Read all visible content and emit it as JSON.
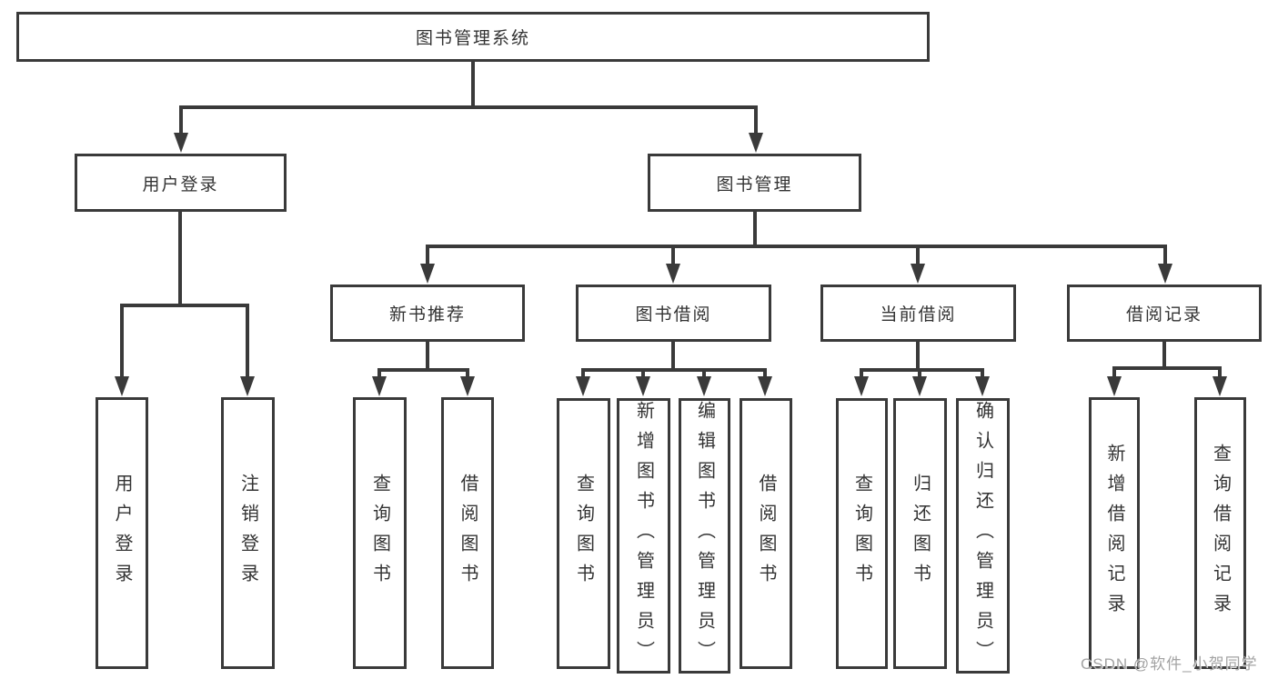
{
  "colors": {
    "background": "#ffffff",
    "line": "#3a3a3a",
    "box_border": "#3a3a3a",
    "box_fill": "#ffffff",
    "text": "#333333",
    "watermark": "#a3a3a3"
  },
  "watermark": {
    "text": "CSDN @软件_小贺同学"
  },
  "tree": {
    "root": {
      "label": "图书管理系统",
      "children": [
        {
          "label": "用户登录",
          "children": [
            {
              "label": "用户登录"
            },
            {
              "label": "注销登录"
            }
          ]
        },
        {
          "label": "图书管理",
          "children": [
            {
              "label": "新书推荐",
              "children": [
                {
                  "label": "查询图书"
                },
                {
                  "label": "借阅图书"
                }
              ]
            },
            {
              "label": "图书借阅",
              "children": [
                {
                  "label": "查询图书"
                },
                {
                  "label": "新增图书（管理员）"
                },
                {
                  "label": "编辑图书（管理员）"
                },
                {
                  "label": "借阅图书"
                }
              ]
            },
            {
              "label": "当前借阅",
              "children": [
                {
                  "label": "查询图书"
                },
                {
                  "label": "归还图书"
                },
                {
                  "label": "确认归还（管理员）"
                }
              ]
            },
            {
              "label": "借阅记录",
              "children": [
                {
                  "label": "新增借阅记录"
                },
                {
                  "label": "查询借阅记录"
                }
              ]
            }
          ]
        }
      ]
    }
  }
}
